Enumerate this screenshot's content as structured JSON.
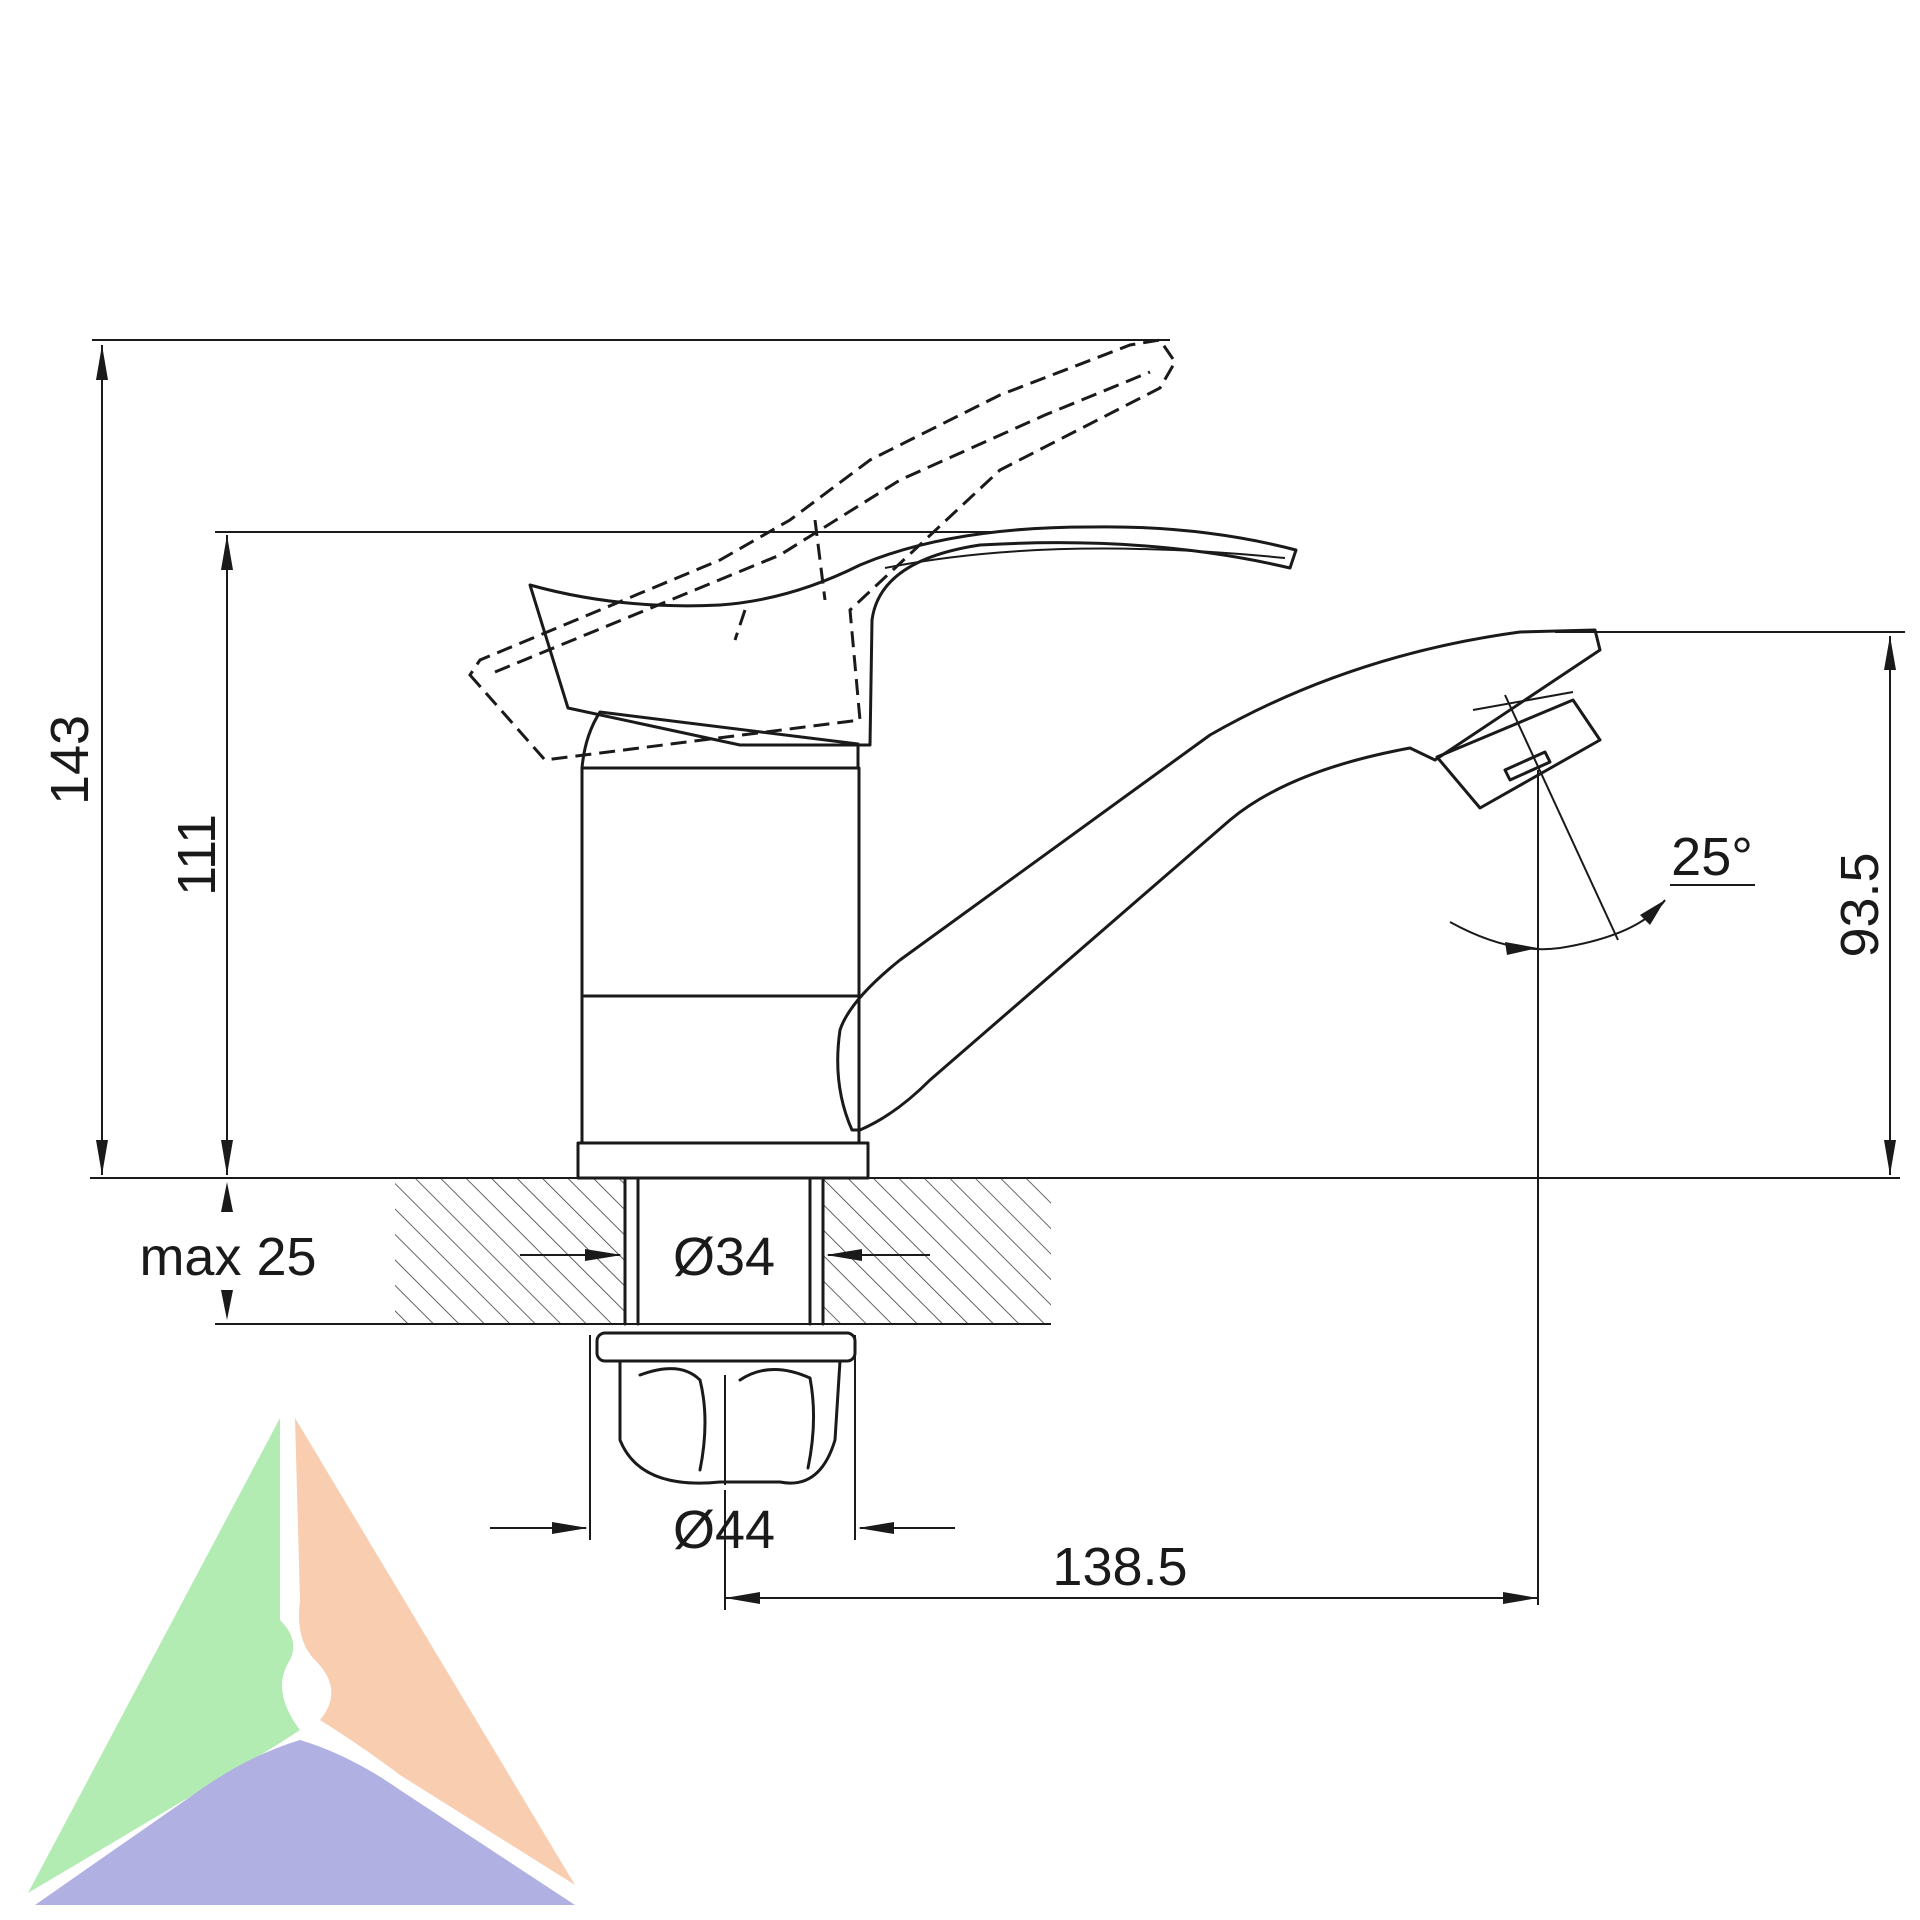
{
  "dimensions": {
    "height_lever_up": "143",
    "height_body": "111",
    "height_spout": "93.5",
    "max_thickness": "max 25",
    "hole_diameter": "Ø34",
    "nut_diameter": "Ø44",
    "spout_reach": "138.5",
    "spout_angle": "25°"
  },
  "logo": {
    "colors": [
      "#b3ecb3",
      "#f8cdb0",
      "#b0b0e2"
    ]
  }
}
